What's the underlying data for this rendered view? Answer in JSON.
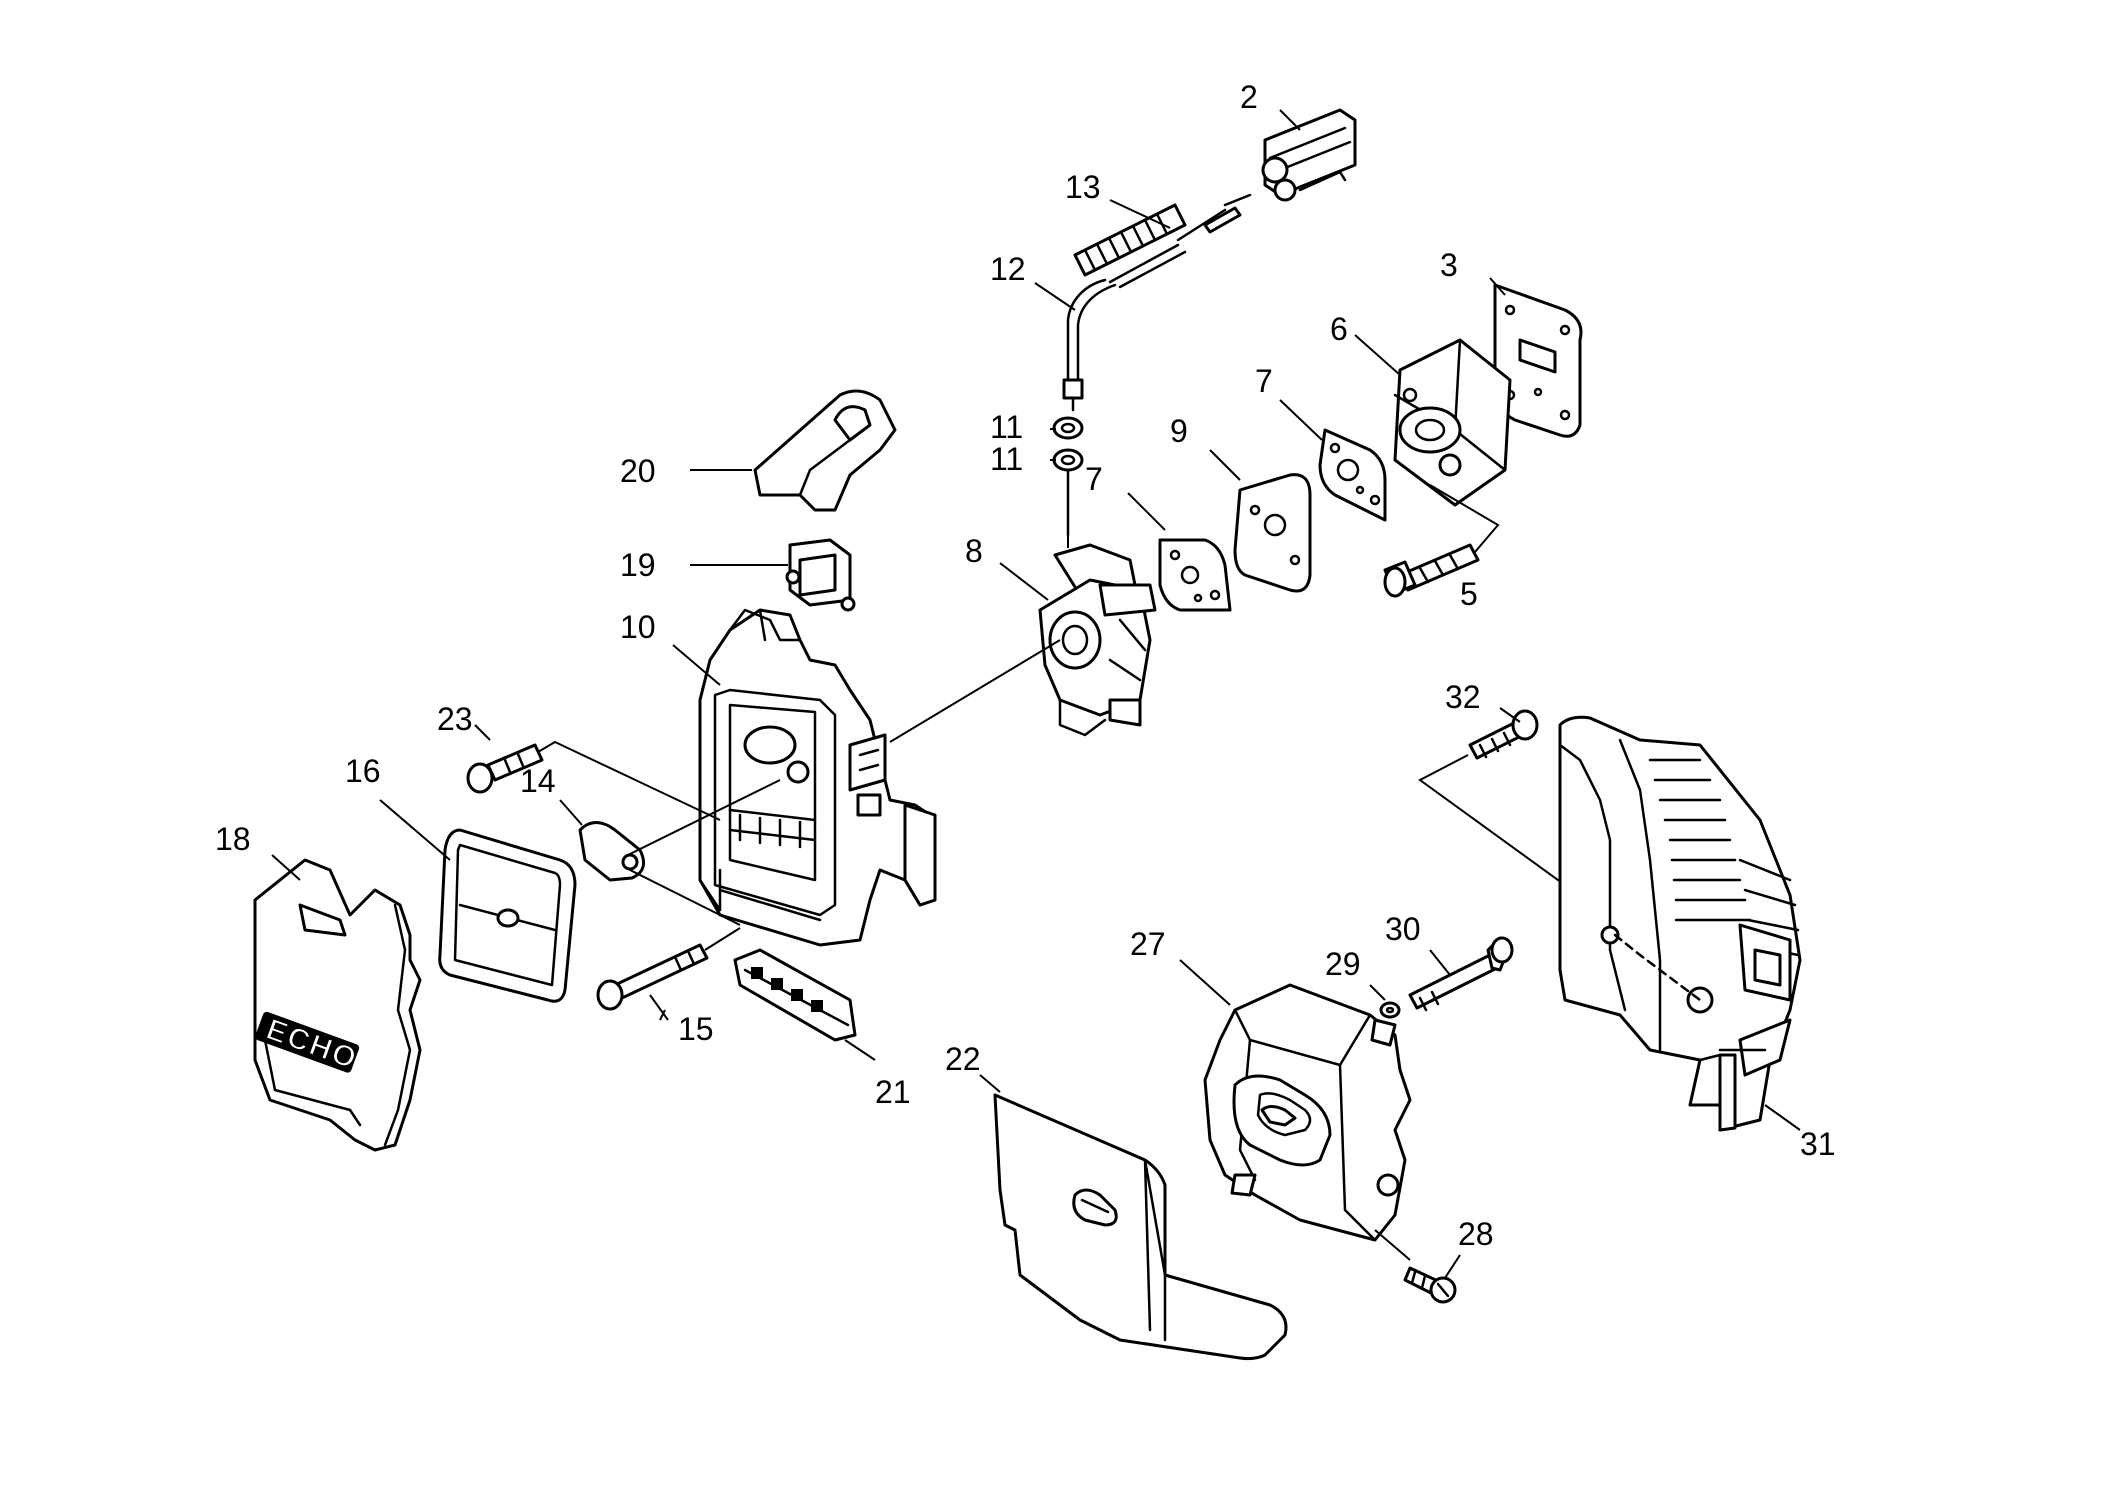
{
  "labels": {
    "p2": "2",
    "p3": "3",
    "p5": "5",
    "p6": "6",
    "p7a": "7",
    "p7b": "7",
    "p8": "8",
    "p9": "9",
    "p10": "10",
    "p11a": "11",
    "p11b": "11",
    "p12": "12",
    "p13": "13",
    "p14": "14",
    "p15": "15",
    "p16": "16",
    "p18": "18",
    "p19": "19",
    "p20": "20",
    "p21": "21",
    "p22": "22",
    "p23": "23",
    "p27": "27",
    "p28": "28",
    "p29": "29",
    "p30": "30",
    "p31": "31",
    "p32": "32"
  },
  "brand_logo": "ECHO"
}
